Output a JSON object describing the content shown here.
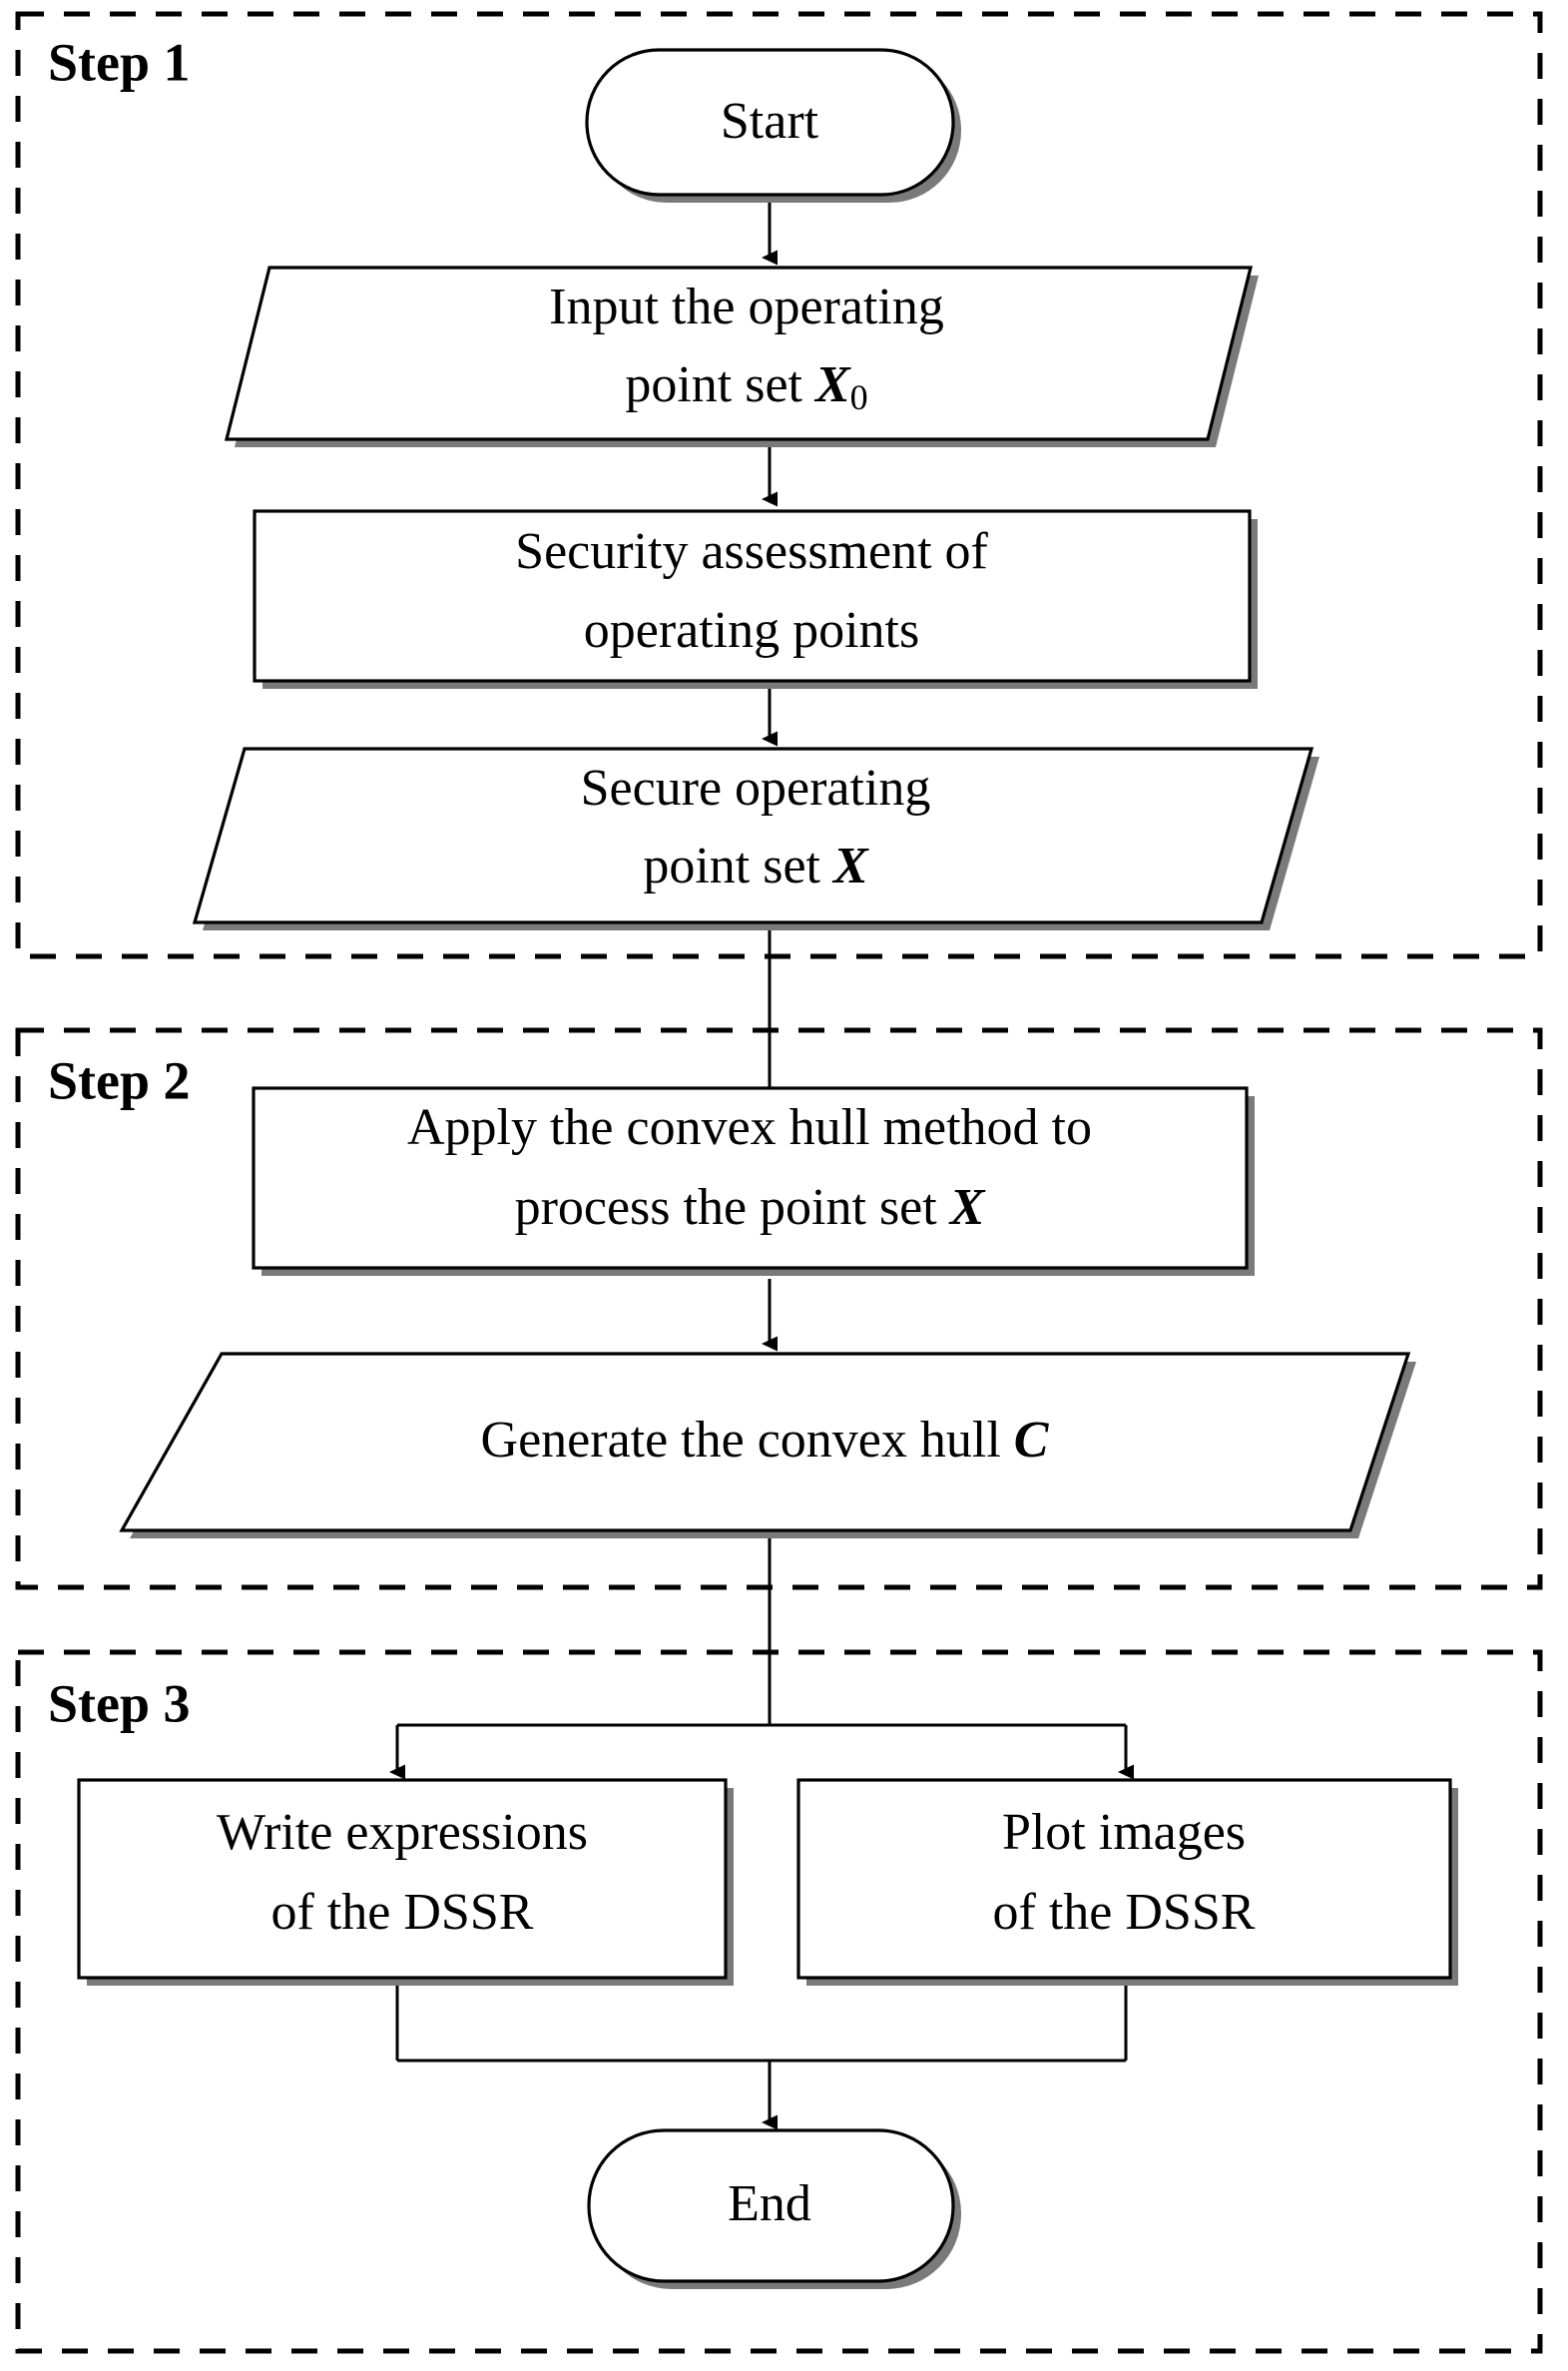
{
  "diagram": {
    "title": "DSSR construction flowchart",
    "type": "flowchart",
    "background_color": "#ffffff",
    "line_color": "#000000",
    "shadow_color": "#7a7a7a"
  },
  "groups": [
    {
      "id": "step1",
      "label": "Step 1"
    },
    {
      "id": "step2",
      "label": "Step 2"
    },
    {
      "id": "step3",
      "label": "Step 3"
    }
  ],
  "nodes": [
    {
      "id": "start",
      "shape": "terminator",
      "group": "step1",
      "lines": [
        "Start"
      ]
    },
    {
      "id": "input-points",
      "shape": "parallelogram",
      "group": "step1",
      "lines": [
        "Input the operating",
        "point set X₀"
      ],
      "line1": "Input the operating",
      "line2_prefix": "point set ",
      "line2_symbol": "X",
      "line2_subscript": "0"
    },
    {
      "id": "security-assessment",
      "shape": "rectangle",
      "group": "step1",
      "lines": [
        "Security assessment of",
        "operating points"
      ],
      "line1": "Security assessment of",
      "line2": "operating points"
    },
    {
      "id": "secure-points",
      "shape": "parallelogram",
      "group": "step1",
      "lines": [
        "Secure operating",
        "point set X"
      ],
      "line1": "Secure operating",
      "line2_prefix": "point set ",
      "line2_symbol": "X"
    },
    {
      "id": "convex-hull-method",
      "shape": "rectangle",
      "group": "step2",
      "lines": [
        "Apply the convex hull method to",
        "process the point set X"
      ],
      "line1": "Apply the convex hull method to",
      "line2_prefix": "process the point set ",
      "line2_symbol": "X"
    },
    {
      "id": "generate-hull",
      "shape": "parallelogram",
      "group": "step2",
      "lines": [
        "Generate the convex hull C"
      ],
      "line1_prefix": "Generate the convex hull ",
      "line1_symbol": "C"
    },
    {
      "id": "write-expressions",
      "shape": "rectangle",
      "group": "step3",
      "lines": [
        "Write expressions",
        "of the DSSR"
      ],
      "line1": "Write expressions",
      "line2": "of the DSSR"
    },
    {
      "id": "plot-images",
      "shape": "rectangle",
      "group": "step3",
      "lines": [
        "Plot images",
        "of the DSSR"
      ],
      "line1": "Plot images",
      "line2": "of the DSSR"
    },
    {
      "id": "end",
      "shape": "terminator",
      "group": "step3",
      "lines": [
        "End"
      ]
    }
  ],
  "edges": [
    {
      "from": "start",
      "to": "input-points"
    },
    {
      "from": "input-points",
      "to": "security-assessment"
    },
    {
      "from": "security-assessment",
      "to": "secure-points"
    },
    {
      "from": "secure-points",
      "to": "convex-hull-method"
    },
    {
      "from": "convex-hull-method",
      "to": "generate-hull"
    },
    {
      "from": "generate-hull",
      "to": "write-expressions"
    },
    {
      "from": "generate-hull",
      "to": "plot-images"
    },
    {
      "from": "write-expressions",
      "to": "end"
    },
    {
      "from": "plot-images",
      "to": "end"
    }
  ]
}
